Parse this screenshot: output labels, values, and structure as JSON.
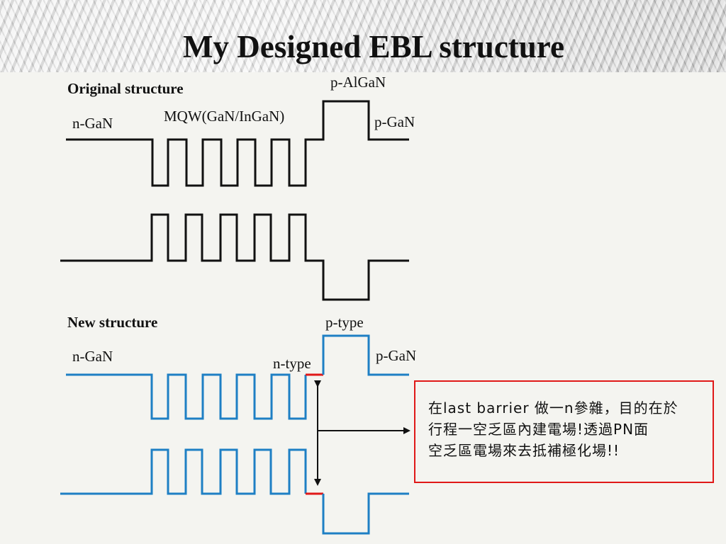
{
  "title": "My Designed EBL structure",
  "original": {
    "heading": "Original structure",
    "labels": {
      "n_gan": "n-GaN",
      "mqw": "MQW(GaN/InGaN)",
      "p_algan": "p-AlGaN",
      "p_gan": "p-GaN"
    },
    "line_color": "#111111"
  },
  "new_structure": {
    "heading": "New structure",
    "labels": {
      "n_gan": "n-GaN",
      "n_type": "n-type",
      "p_type": "p-type",
      "p_gan": "p-GaN"
    },
    "line_color": "#1e7fc4",
    "highlight_color": "#e01818"
  },
  "note": {
    "line1": "在last barrier 做一n參雜，目的在於",
    "line2": "行程一空乏區內建電場!透過PN面",
    "line3": "空乏區電場來去抵補極化場!!",
    "border_color": "#e01818"
  }
}
